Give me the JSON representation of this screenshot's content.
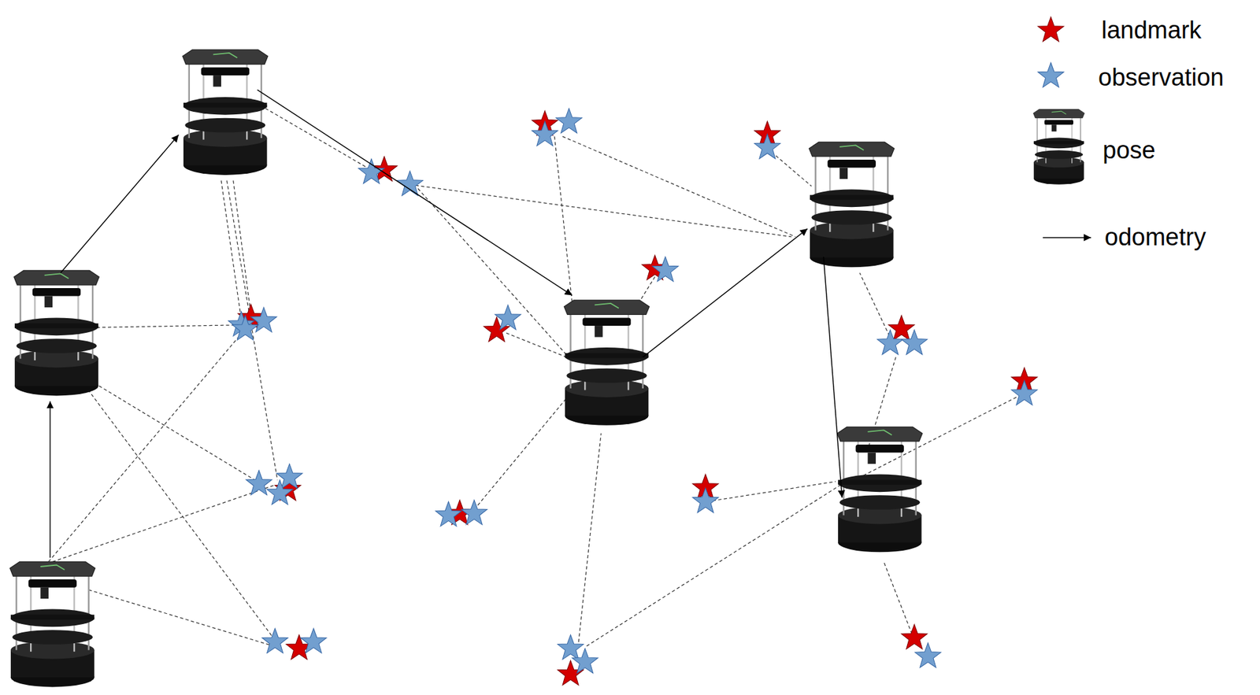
{
  "diagram": {
    "legend": [
      {
        "text": "landmark"
      },
      {
        "text": "observation"
      },
      {
        "text": "pose"
      },
      {
        "text": "odometry"
      }
    ]
  }
}
